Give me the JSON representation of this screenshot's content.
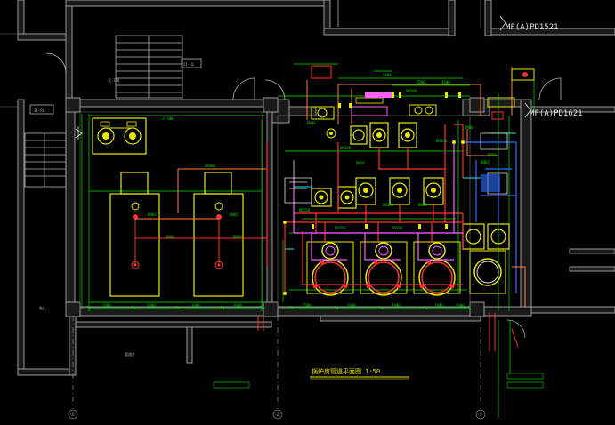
{
  "drawing": {
    "title": "锅炉房管道平面图 1:50",
    "tag_top_right": "MF(A)PD1521",
    "tag_mid_right": "MF(A)PD1621",
    "level_stair": "-2.700",
    "level_tank": "-2.700",
    "label_left_wall": "21-RL",
    "label_stair_box": "21-RL",
    "note_bottom_left": "备注",
    "note_bottom_room": "管道井",
    "axis_1": "①",
    "axis_2": "②",
    "axis_3": "③",
    "pipe_labels": {
      "p1": "DN150",
      "p2": "DN100",
      "p3": "DN150",
      "p4": "DN65",
      "p5": "DN80",
      "p6": "DN50",
      "p7": "DN100",
      "p8": "DN80",
      "p9": "DN150",
      "p10": "DN100",
      "p11": "DN150",
      "p12": "DN80",
      "p13": "DN200",
      "p14": "DN50",
      "p15": "DN40",
      "p16": "DN65"
    },
    "dimensions": [
      "1500",
      "1600",
      "1600",
      "1600",
      "1500",
      "1800",
      "1800",
      "1800",
      "1600",
      "2700",
      "2400",
      "1500"
    ]
  },
  "colors": {
    "background": "#000000",
    "wall": "#9a9a9a",
    "wall_fill": "#1a1a1a",
    "dimension": "#00e000",
    "equipment": "#e8e800",
    "hot_pipe": "#ff3030",
    "cold_pipe": "#3070ff",
    "return_pipe": "#ff60ff",
    "orange_pipe": "#ff8040",
    "cyan": "#30e0e0",
    "white": "#e0e0e0"
  }
}
